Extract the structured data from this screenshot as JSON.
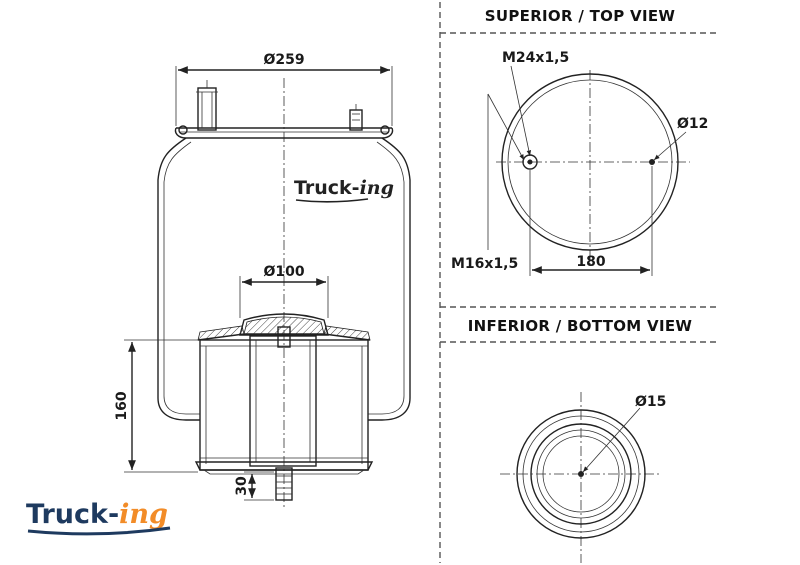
{
  "side_view": {
    "dim_top_diameter": "Ø259",
    "dim_piston_diameter": "Ø100",
    "dim_height": "160",
    "dim_stud_length": "30"
  },
  "top_view": {
    "heading": "SUPERIOR / TOP VIEW",
    "thread_top": "M24x1,5",
    "thread_side": "M16x1,5",
    "hole_diameter": "Ø12",
    "bolt_spacing": "180"
  },
  "bottom_view": {
    "heading": "INFERIOR / BOTTOM VIEW",
    "center_diameter": "Ø15"
  },
  "brand": {
    "name_part1": "Truck-",
    "name_part2": "ing",
    "color_dark": "#1e3a5f",
    "color_accent": "#f28c28"
  }
}
